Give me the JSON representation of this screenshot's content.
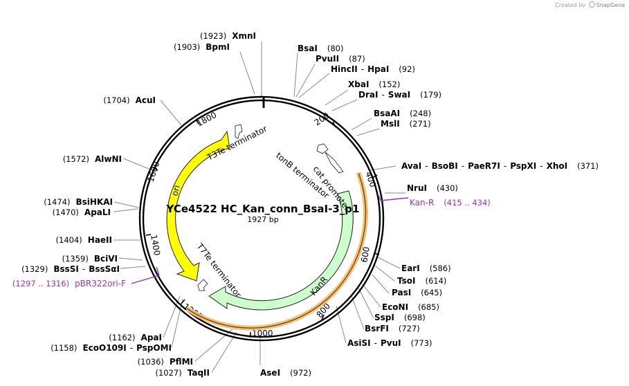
{
  "credit": {
    "prefix": "Created by",
    "brand": "SnapGene"
  },
  "plasmid": {
    "name": "YCe4522 HC_Kan_conn_BsaI-3_p1",
    "length_label": "1927 bp",
    "length": 1927
  },
  "ticks": [
    "200",
    "400",
    "600",
    "800",
    "1000",
    "1200",
    "1400",
    "1600",
    "1800"
  ],
  "features": [
    {
      "name": "ori",
      "color": "#ffff00"
    },
    {
      "name": "KanR",
      "color": "#ccffcc"
    },
    {
      "name": "T3Te terminator"
    },
    {
      "name": "tonB terminator"
    },
    {
      "name": "cat promoter"
    },
    {
      "name": "T7Te terminator"
    }
  ],
  "sites_right": [
    {
      "names": [
        "BsaI"
      ],
      "pos": "(80)"
    },
    {
      "names": [
        "PvuII"
      ],
      "pos": "(87)"
    },
    {
      "names": [
        "HincII",
        "HpaI"
      ],
      "pos": "(92)"
    },
    {
      "names": [
        "XbaI"
      ],
      "pos": "(152)"
    },
    {
      "names": [
        "DraI",
        "SwaI"
      ],
      "pos": "(179)"
    },
    {
      "names": [
        "BsaAI"
      ],
      "pos": "(248)"
    },
    {
      "names": [
        "MslI"
      ],
      "pos": "(271)"
    },
    {
      "names": [
        "AvaI",
        "BsoBI",
        "PaeR7I",
        "PspXI",
        "XhoI"
      ],
      "pos": "(371)"
    },
    {
      "names": [
        "NruI"
      ],
      "pos": "(430)"
    },
    {
      "names": [
        "EarI"
      ],
      "pos": "(586)"
    },
    {
      "names": [
        "TsoI"
      ],
      "pos": "(614)"
    },
    {
      "names": [
        "PasI"
      ],
      "pos": "(645)"
    },
    {
      "names": [
        "EcoNI"
      ],
      "pos": "(685)"
    },
    {
      "names": [
        "SspI"
      ],
      "pos": "(698)"
    },
    {
      "names": [
        "BsrFI"
      ],
      "pos": "(727)"
    },
    {
      "names": [
        "AsiSI",
        "PvuI"
      ],
      "pos": "(773)"
    },
    {
      "names": [
        "AseI"
      ],
      "pos": "(972)"
    }
  ],
  "sites_left": [
    {
      "names": [
        "XmnI"
      ],
      "pos": "(1923)"
    },
    {
      "names": [
        "BpmI"
      ],
      "pos": "(1903)"
    },
    {
      "names": [
        "AcuI"
      ],
      "pos": "(1704)"
    },
    {
      "names": [
        "AlwNI"
      ],
      "pos": "(1572)"
    },
    {
      "names": [
        "BsiHKAI"
      ],
      "pos": "(1474)"
    },
    {
      "names": [
        "ApaLI"
      ],
      "pos": "(1470)"
    },
    {
      "names": [
        "HaeII"
      ],
      "pos": "(1404)"
    },
    {
      "names": [
        "BciVI"
      ],
      "pos": "(1359)"
    },
    {
      "names": [
        "BssSI",
        "BssSαI"
      ],
      "pos": "(1329)"
    },
    {
      "names": [
        "ApaI"
      ],
      "pos": "(1162)"
    },
    {
      "names": [
        "EcoO109I",
        "PspOMI"
      ],
      "pos": "(1158)"
    },
    {
      "names": [
        "PflMI"
      ],
      "pos": "(1036)"
    },
    {
      "names": [
        "TaqII"
      ],
      "pos": "(1027)"
    }
  ],
  "primers": [
    {
      "name": "Kan-R",
      "range": "(415 .. 434)"
    },
    {
      "name": "pBR322ori-F",
      "range": "(1297 .. 1316)"
    }
  ]
}
